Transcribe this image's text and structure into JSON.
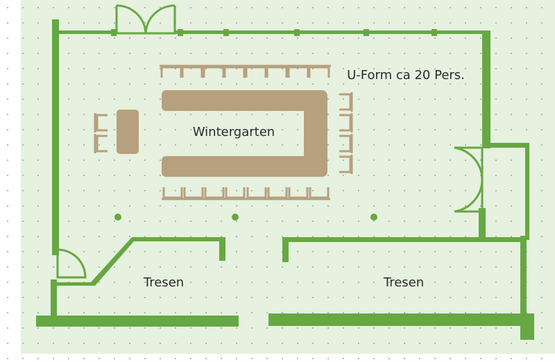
{
  "rooms": {
    "main_label": "Wintergarten",
    "layout_label": "U-Form ca 20 Pers.",
    "bar_left_label": "Tresen",
    "bar_right_label": "Tresen"
  },
  "colors": {
    "background_page": "#ffffff",
    "background_area": "#e6f1df",
    "grid_dot": "#8fa88a",
    "wall": "#66a843",
    "furniture": "#b7a07e",
    "text": "#2b2b2b"
  },
  "furniture": {
    "top_row_chairs": 8,
    "bottom_row_chairs": 8,
    "right_side_chairs": 4,
    "side_table_chairs": 2
  }
}
